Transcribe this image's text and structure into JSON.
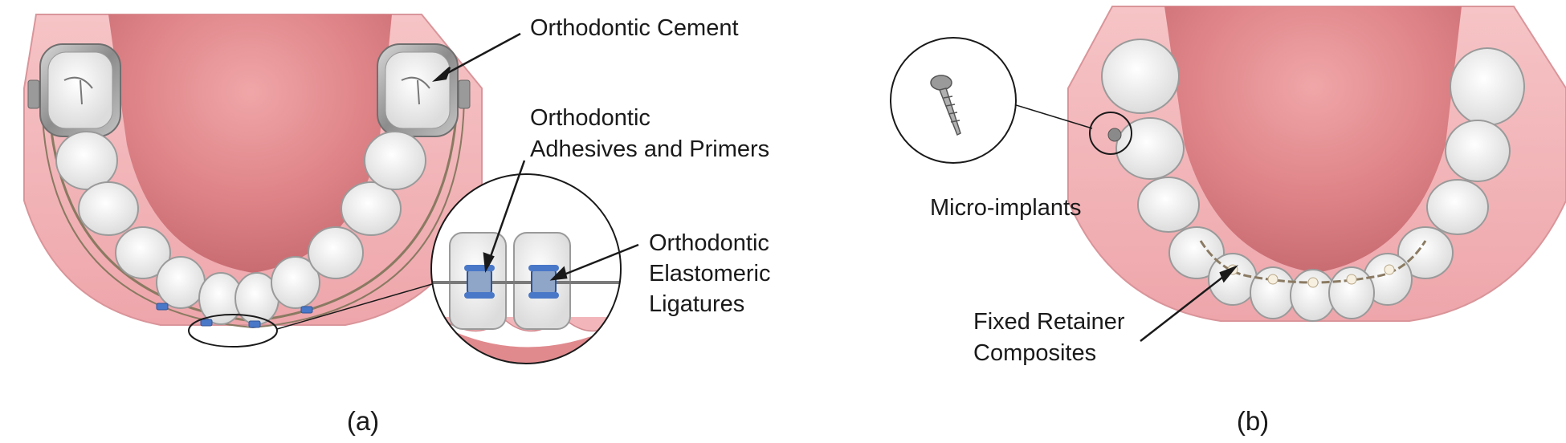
{
  "panels": [
    {
      "caption": "(a)",
      "labels": {
        "cement": "Orthodontic Cement",
        "adhesives_line1": "Orthodontic",
        "adhesives_line2": "Adhesives and Primers",
        "ligatures_line1": "Orthodontic",
        "ligatures_line2": "Elastomeric",
        "ligatures_line3": "Ligatures"
      }
    },
    {
      "caption": "(b)",
      "labels": {
        "microimplants": "Micro-implants",
        "retainer_line1": "Fixed Retainer",
        "retainer_line2": "Composites"
      }
    }
  ],
  "colors": {
    "gum": "#f2b6ba",
    "palate": "#e08a8e",
    "tooth": "#f4f4f4",
    "tooth_outline": "#9a9a9a",
    "metal_band": "#a8a8a8",
    "bracket": "#4a78c8",
    "retainer_wire": "#c8b48c",
    "leader_line": "#1a1a1a"
  }
}
